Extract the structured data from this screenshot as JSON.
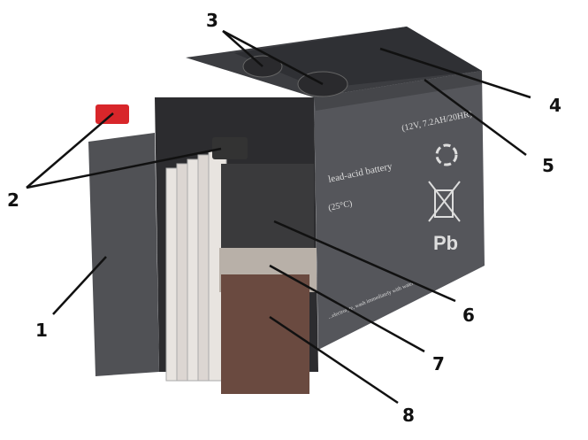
{
  "labels": [
    "1",
    "2",
    "3",
    "4",
    "5",
    "6",
    "7",
    "8"
  ],
  "case_text": {
    "rating": "(12V, 7.2AH/20HR)",
    "type": "lead-acid battery",
    "temp": "(25°C)",
    "warning": "...electrolyte, wash immediately with water.",
    "symbol": "Pb"
  },
  "colors": {
    "case": "#4a4b4f",
    "terminal_red": "#d8262a",
    "separator": "#e8e4e0",
    "plate_top": "#3a3a3c",
    "plate_bottom": "#6a4a40"
  }
}
